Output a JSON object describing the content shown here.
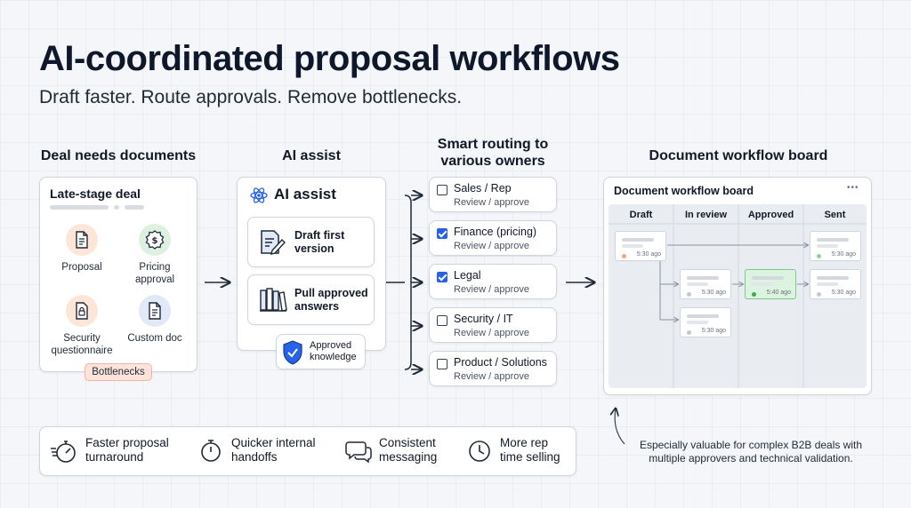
{
  "header": {
    "title": "AI-coordinated proposal workflows",
    "subtitle": "Draft faster. Route approvals. Remove bottlenecks."
  },
  "columns": {
    "deal": "Deal needs documents",
    "ai": "AI assist",
    "routing_line1": "Smart routing to",
    "routing_line2": "various owners",
    "board": "Document workflow board"
  },
  "deal_card": {
    "title": "Late-stage deal",
    "documents": [
      {
        "line1": "Proposal",
        "line2": "",
        "icon": "document-icon",
        "color": "#fde6d8"
      },
      {
        "line1": "Pricing",
        "line2": "approval",
        "icon": "dollar-icon",
        "color": "#dcf1e0"
      },
      {
        "line1": "Security",
        "line2": "questionnaire",
        "icon": "lock-icon",
        "color": "#fde6d8"
      },
      {
        "line1": "Custom doc",
        "line2": "",
        "icon": "document-icon",
        "color": "#e1e8f7"
      }
    ],
    "badge": "Bottlenecks"
  },
  "ai_card": {
    "title": "AI assist",
    "draft_line1": "Draft first",
    "draft_line2": "version",
    "pull_line1": "Pull approved",
    "pull_line2": "answers",
    "knowledge_line1": "Approved",
    "knowledge_line2": "knowledge"
  },
  "routes": [
    {
      "name": "Sales / Rep",
      "sub": "Review / approve",
      "checked": false
    },
    {
      "name": "Finance (pricing)",
      "sub": "Review / approve",
      "checked": true
    },
    {
      "name": "Legal",
      "sub": "Review / approve",
      "checked": true
    },
    {
      "name": "Security / IT",
      "sub": "Review / approve",
      "checked": false
    },
    {
      "name": "Product / Solutions",
      "sub": "Review / approve",
      "checked": false
    }
  ],
  "board": {
    "title": "Document workflow board",
    "menu": "•••",
    "columns": [
      "Draft",
      "In review",
      "Approved",
      "Sent"
    ],
    "cards": [
      {
        "time": "5:30 ago",
        "status": "draft",
        "dot": "#f0a77a"
      },
      {
        "time": "5:30 ago",
        "status": "review",
        "dot": "#c4c8cf"
      },
      {
        "time": "5:30 ago",
        "status": "review",
        "dot": "#c4c8cf"
      },
      {
        "time": "5:40 ago",
        "status": "approved",
        "dot": "#3fa953"
      },
      {
        "time": "5:30 ago",
        "status": "sent",
        "dot": "#8fd49a"
      },
      {
        "time": "5:30 ago",
        "status": "sent",
        "dot": "#c4c8cf"
      }
    ]
  },
  "benefits": [
    {
      "line1": "Faster proposal",
      "line2": "turnaround",
      "icon": "stopwatch-icon"
    },
    {
      "line1": "Quicker internal",
      "line2": "handoffs",
      "icon": "timer-icon"
    },
    {
      "line1": "Consistent",
      "line2": "messaging",
      "icon": "chat-bubbles-icon"
    },
    {
      "line1": "More rep",
      "line2": "time selling",
      "icon": "clock-icon"
    }
  ],
  "note": {
    "line1": "Especially valuable for complex B2B deals with",
    "line2": "multiple approvers and technical validation."
  },
  "colors": {
    "accent_blue": "#2563eb",
    "bottleneck": "#fde3da",
    "approved_green": "#dcf3df"
  }
}
